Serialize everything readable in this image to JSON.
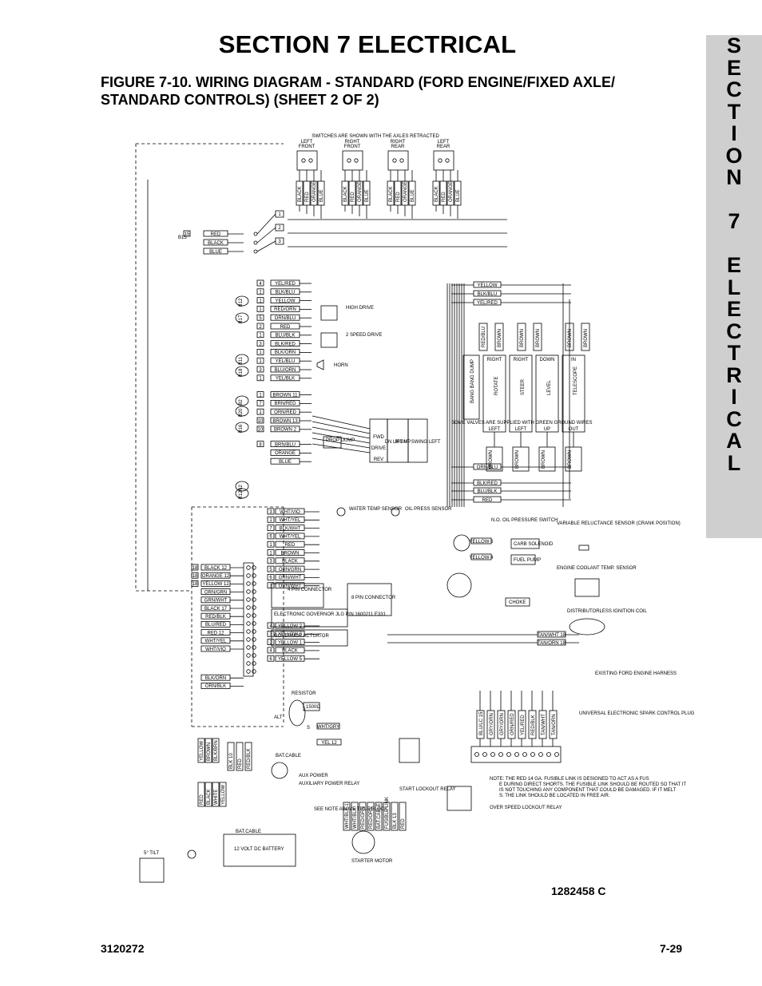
{
  "header": {
    "section_title": "SECTION 7  ELECTRICAL",
    "figure_caption_line1": "FIGURE 7-10.  WIRING DIAGRAM - STANDARD (FORD ENGINE/FIXED AXLE/",
    "figure_caption_line2": "STANDARD CONTROLS) (SHEET 2 OF 2)"
  },
  "side_tab": {
    "letters": [
      "S",
      "E",
      "C",
      "T",
      "I",
      "O",
      "N",
      "",
      "7",
      "",
      "E",
      "L",
      "E",
      "C",
      "T",
      "R",
      "I",
      "C",
      "A",
      "L"
    ]
  },
  "diagram": {
    "top_note": "SWITCHES ARE SHOWN WITH THE AXLES RETRACTED",
    "axle_switches": [
      {
        "label1": "LEFT",
        "label2": "FRONT",
        "wires": [
          "BLACK",
          "RED",
          "ORANGE",
          "BLUE"
        ]
      },
      {
        "label1": "RIGHT",
        "label2": "FRONT",
        "wires": [
          "BLACK",
          "RED",
          "ORANGE",
          "BLUE"
        ]
      },
      {
        "label1": "RIGHT",
        "label2": "REAR",
        "wires": [
          "BLACK",
          "RED",
          "ORANGE",
          "BLUE"
        ]
      },
      {
        "label1": "LEFT",
        "label2": "REAR",
        "wires": [
          "BLACK",
          "RED",
          "ORANGE",
          "BLUE"
        ]
      }
    ],
    "axle_wires": [
      {
        "pin": "15",
        "label": "RED",
        "terminal": "1"
      },
      {
        "pin": "",
        "label": "BLACK",
        "terminal": "2"
      },
      {
        "pin": "",
        "label": "BLUE",
        "terminal": "3"
      }
    ],
    "left_wires": [
      {
        "pin": "4",
        "label": "YEL/RED"
      },
      {
        "pin": "1",
        "label": "BLK/BLU"
      },
      {
        "pin": "1",
        "label": "YELLOW"
      },
      {
        "pin": "1",
        "label": "RED/ORN"
      },
      {
        "pin": "5",
        "label": "ORN/BLU"
      },
      {
        "pin": "2",
        "label": "RED"
      },
      {
        "pin": "1",
        "label": "BLU/BLK"
      },
      {
        "pin": "3",
        "label": "BLK/RED"
      },
      {
        "pin": "1",
        "label": "BLK/ORN"
      },
      {
        "pin": "1",
        "label": "YEL/BLU"
      },
      {
        "pin": "3",
        "label": "BLU/ORN"
      },
      {
        "pin": "1",
        "label": "YEL/BLK"
      },
      {
        "pin": "1",
        "label": "BROWN 11"
      },
      {
        "pin": "7",
        "label": "BRN/RED"
      },
      {
        "pin": "1",
        "label": "ORN/RED"
      },
      {
        "pin": "10",
        "label": "BROWN 13"
      },
      {
        "pin": "10",
        "label": "BROWN 2"
      },
      {
        "pin": "8",
        "label": "BRN/BLU"
      },
      {
        "pin": "",
        "label": "ORANGE"
      },
      {
        "pin": "",
        "label": "BLUE"
      }
    ],
    "components": {
      "high_drive": "HIGH DRIVE",
      "two_speed_drive": "2 SPEED DRIVE",
      "horn": "HORN",
      "prop_dump": "PROP DUMP",
      "fwd": "FWD",
      "drive": "DRIVE",
      "rev": "REV",
      "dn_lift_up": "DN LIFT UP",
      "right_swing_left": "RIGHT SWING LEFT",
      "water_temp_sensor": "WATER TEMP SENSOR",
      "oil_press_sensor": "OIL PRESS SENSOR",
      "no_oil_pressure_switch": "N.O. OIL PRESSURE SWITCH",
      "carb_solenoid": "CARB SOLENOID",
      "fuel_pump": "FUEL PUMP",
      "vr_sensor": "VARIABLE RELUCTANCE SENSOR (CRANK POSITION)",
      "coolant_sensor": "ENGINE COOLANT TEMP. SENSOR",
      "distributorless_coil": "DISTRIBUTORLESS IGNITION COIL",
      "choke": "CHOKE",
      "four_pin": "4 PIN CONNECTOR",
      "eight_pin": "8 PIN CONNECTOR",
      "governor": "ELECTRONIC GOVERNOR JLG P/N 1600211 E331",
      "governor_actuator": "GOVERNOR ACTUATOR",
      "existing_harness": "EXISTING FORD ENGINE HARNESS",
      "universal_plug": "UNIVERSAL ELECTRONIC SPARK CONTROL PLUG",
      "resistor": "RESISTOR",
      "alt": "ALT",
      "bat_cable_top": "BAT.CABLE",
      "aux_power": "AUX POWER",
      "aux_relay": "AUXILIARY POWER RELAY",
      "start_lockout": "START LOCKOUT RELAY",
      "overspeed_lockout": "OVER SPEED LOCKOUT RELAY",
      "see_note": "SEE NOTE ABOVE TITLE BLOCK",
      "starter_motor": "STARTER MOTOR",
      "battery": "12 VOLT DC BATTERY",
      "bat_cable_bottom": "BAT.CABLE",
      "fusible_link": "FUSIBLE LINK",
      "ground_note": "SOME VALVES ARE SUPPLIED WITH GREEN GROUND WIRES"
    },
    "valves_top": [
      "RED/BLU",
      "BROWN",
      "BROWN",
      "BROWN",
      "BROWN",
      "BROWN"
    ],
    "valves": [
      {
        "top": "RIGHT",
        "name": "ROTATE",
        "bottom": "LEFT"
      },
      {
        "top": "RIGHT",
        "name": "STEER",
        "bottom": "LEFT"
      },
      {
        "top": "DOWN",
        "name": "LEVEL",
        "bottom": "UP"
      },
      {
        "top": "IN",
        "name": "TELESCOPE",
        "bottom": "OUT"
      }
    ],
    "bang_bang": "BANG BANG DUMP",
    "right_wires": [
      {
        "label": "YELLOW"
      },
      {
        "label": "BLK/BLU"
      },
      {
        "label": "YEL/RED"
      },
      {
        "label": "ORN/BLU"
      },
      {
        "label": "ORN/BLU"
      },
      {
        "label": "BLK/RED"
      },
      {
        "label": "BLU/BLK"
      },
      {
        "label": "RED"
      }
    ],
    "lower_wires": [
      {
        "pin": "3",
        "label": "WHT/VIO"
      },
      {
        "pin": "1",
        "label": "WHT/YEL"
      },
      {
        "pin": "7",
        "label": "BLK/WHT"
      },
      {
        "pin": "6",
        "label": "WHT/YEL"
      },
      {
        "pin": "1",
        "label": "RED"
      },
      {
        "pin": "1",
        "label": "BROWN"
      },
      {
        "pin": "3",
        "label": "BLACK"
      },
      {
        "pin": "5",
        "label": "ORN/GRN"
      },
      {
        "pin": "6",
        "label": "GRN/WHT"
      },
      {
        "pin": "3",
        "label": "ORN/WHT"
      },
      {
        "pin": "4",
        "label": "YELLOW 2"
      },
      {
        "pin": "3",
        "label": "YELLOW 3"
      },
      {
        "pin": "2",
        "label": "YELLOW 1"
      },
      {
        "pin": "4",
        "label": "BLACK"
      },
      {
        "pin": "6",
        "label": "YELLOW 5"
      }
    ],
    "connector_left": [
      {
        "pin": "18",
        "label": "BLACK 12"
      },
      {
        "pin": "18",
        "label": "ORANGE 12"
      },
      {
        "pin": "18",
        "label": "YELLOW 12"
      },
      {
        "pin": "",
        "label": "ORN/GRN"
      },
      {
        "pin": "",
        "label": "GRN/WHT"
      },
      {
        "pin": "",
        "label": "BLACK 17"
      },
      {
        "pin": "",
        "label": "RED/BLK"
      },
      {
        "pin": "",
        "label": "BLU/RED"
      },
      {
        "pin": "",
        "label": "RED 12"
      },
      {
        "pin": "",
        "label": "WHT/YEL"
      },
      {
        "pin": "",
        "label": "WHT/VIO"
      },
      {
        "pin": "",
        "label": "BLK/ORN"
      },
      {
        "pin": "",
        "label": "ORN/BLK"
      }
    ],
    "spark_plug_wires": [
      "BLU/LC 15",
      "GRY/ORN",
      "GRY/ORN",
      "ORN/RED",
      "YEL/RED",
      "RED/BLK",
      "TAN/WHT",
      "TAN/ORN"
    ],
    "tan_wires": [
      {
        "label": "TAN/WHT 18"
      },
      {
        "label": "TAN/ORN 18"
      }
    ],
    "bottom_left_wires": [
      "YELLOW",
      "BROWN",
      "BLK/BRN",
      "YELLOW",
      "RED",
      "BLACK",
      "WHITE"
    ],
    "relay_wires": [
      "BLK 10",
      "RED",
      "RED/BLK",
      "WHT/BLK 1",
      "WHT/BLK",
      "RED/GRN",
      "RED/ORN",
      "BAT.CABLE",
      "FUSIBLE LINK",
      "BLK 13",
      "RED"
    ],
    "resistor_value": "1500Ω",
    "s_wire": "WHT/GRY",
    "yel_wire": "YEL 12",
    "fuse_note": "NOTE:  THE RED 14 GA. FUSIBLE LINK IS DESIGNED TO ACT AS A FUSE DURING DIRECT SHORTS. THE FUSIBLE LINK SHOULD BE ROUTED SO THAT IT IS NOT TOUCHING ANY COMPONENT THAT COULD BE DAMAGED.  IF IT MELTS. THE LINK SHOULD BE LOCATED IN FREE AIR.",
    "tilt_alarm": "5° TILT"
  },
  "footer": {
    "drawing_number": "1282458 C",
    "doc_number": "3120272",
    "page_number": "7-29"
  }
}
